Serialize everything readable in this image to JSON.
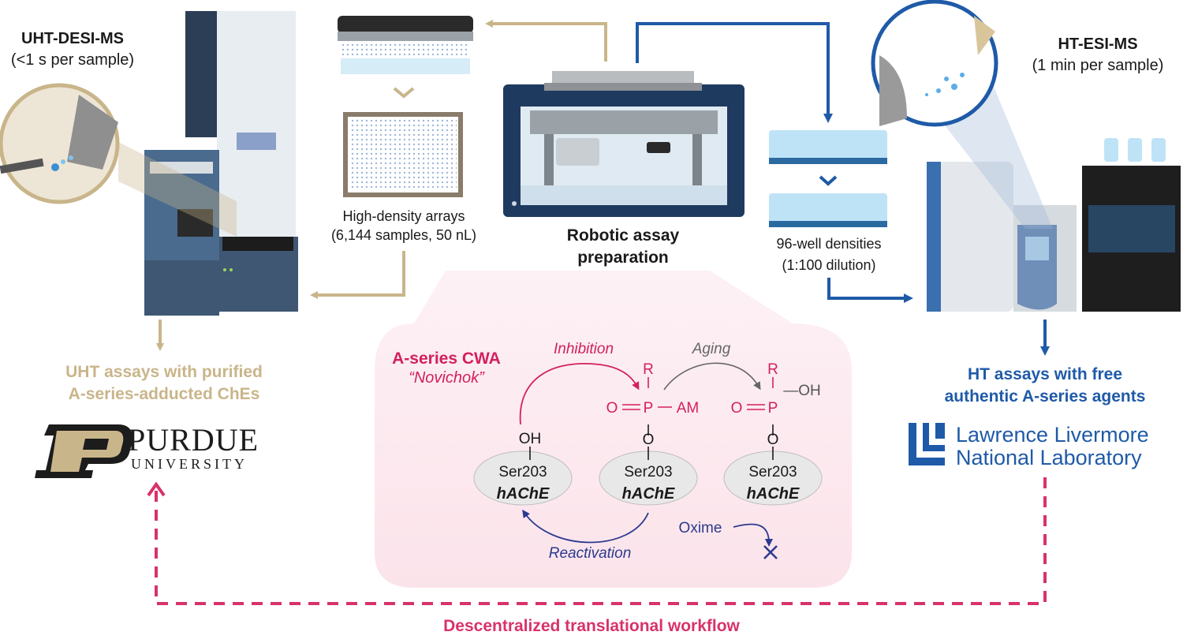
{
  "colors": {
    "gold": "#c9b58a",
    "blue": "#1f5aa8",
    "pink": "#d8326a",
    "magenta": "#d3205f",
    "navy": "#2b3a8f",
    "gray": "#7a7a7a",
    "panel_bg": "#fbe6ec"
  },
  "left": {
    "instrument_title": "UHT-DESI-MS",
    "instrument_sub": "(<1 s per sample)",
    "assay_line1": "UHT assays with purified",
    "assay_line2": "A-series-adducted ChEs",
    "logo_main": "PURDUE",
    "logo_sub": "UNIVERSITY"
  },
  "center": {
    "arrays_line1": "High-density arrays",
    "arrays_line2": "(6,144 samples, 50 nL)",
    "robot_line1": "Robotic assay",
    "robot_line2": "preparation",
    "wells_line1": "96-well densities",
    "wells_line2": "(1:100 dilution)"
  },
  "right": {
    "instrument_title": "HT-ESI-MS",
    "instrument_sub": "(1 min per sample)",
    "assay_line1": "HT assays with free",
    "assay_line2": "authentic A-series agents",
    "logo_line1": "Lawrence Livermore",
    "logo_line2": "National Laboratory"
  },
  "mechanism": {
    "cwa_title": "A-series CWA",
    "cwa_name": "“Novichok”",
    "inhibition": "Inhibition",
    "aging": "Aging",
    "oxime": "Oxime",
    "reactivation": "Reactivation",
    "oh": "OH",
    "r": "R",
    "o": "O",
    "p": "P",
    "am": "AM",
    "p_oh": "—OH",
    "ser": "Ser203",
    "enzyme": "hAChE"
  },
  "footer": {
    "workflow": "Descentralized translational workflow"
  }
}
